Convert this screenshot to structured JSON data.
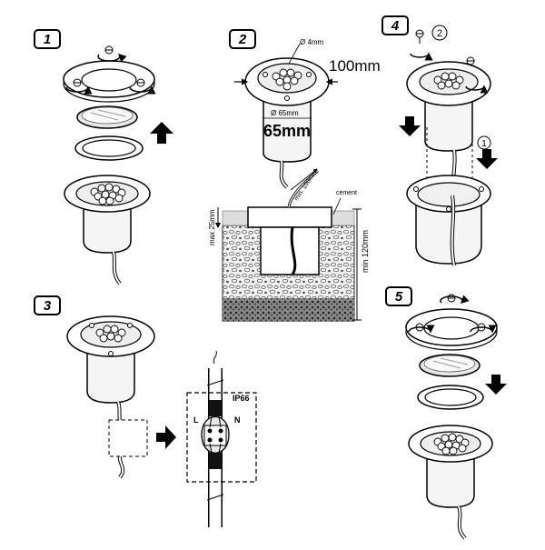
{
  "steps": [
    "1",
    "2",
    "3",
    "4",
    "5"
  ],
  "step2": {
    "screw_dia": "Ø 4mm",
    "face_dia": "100mm",
    "body_dia_small": "Ø 65mm",
    "body_dia_big": "65mm",
    "cable_min": "min. 100mm",
    "cement": "cement",
    "max_depth": "max 25mm",
    "min_depth": "min 120mm"
  },
  "step3": {
    "ip_rating": "IP66",
    "live": "L",
    "neutral": "N"
  },
  "step4": {
    "order_1": "1",
    "order_2": "2"
  }
}
